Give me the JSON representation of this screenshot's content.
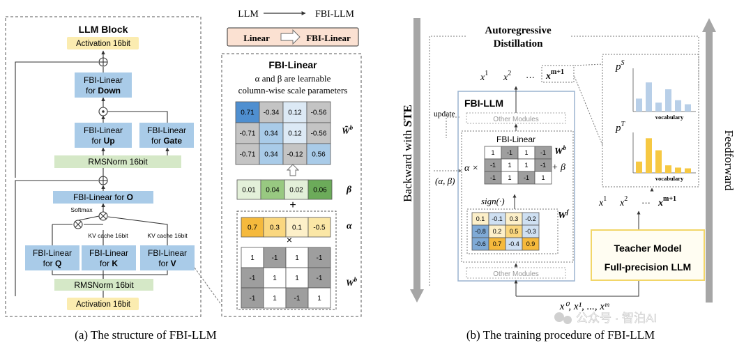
{
  "panel_a": {
    "title": "LLM Block",
    "activation_top": "Activation 16bit",
    "fbi_down": [
      "FBI-Linear",
      "for ",
      "Down"
    ],
    "fbi_up": [
      "FBI-Linear",
      "for ",
      "Up"
    ],
    "fbi_gate": [
      "FBI-Linear",
      "for ",
      "Gate"
    ],
    "rmsnorm_top": "RMSNorm 16bit",
    "fbi_o": [
      "FBI-Linear for ",
      "O"
    ],
    "softmax": "Softmax",
    "kv_cache_k": "KV cache 16bit",
    "kv_cache_v": "KV cache 16bit",
    "fbi_q": [
      "FBI-Linear",
      "for ",
      "Q"
    ],
    "fbi_k": [
      "FBI-Linear",
      "for ",
      "K"
    ],
    "fbi_v": [
      "FBI-Linear",
      "for ",
      "V"
    ],
    "rmsnorm_bottom": "RMSNorm 16bit",
    "activation_bottom": "Activation 16bit",
    "mapping": {
      "from": "LLM",
      "to": "FBI-LLM"
    },
    "linear_banner": {
      "left": "Linear",
      "right": "FBI-Linear"
    },
    "detail": {
      "title": "FBI-Linear",
      "desc1": "α and β are learnable",
      "desc2": "column-wise scale parameters",
      "w_tilde_label": "W̃",
      "w_tilde_sup": "b",
      "w_tilde": [
        [
          "0.71",
          "-0.34",
          "0.12",
          "-0.56"
        ],
        [
          "-0.71",
          "0.34",
          "0.12",
          "-0.56"
        ],
        [
          "-0.71",
          "0.34",
          "-0.12",
          "0.56"
        ]
      ],
      "beta_label": "β",
      "beta": [
        "0.01",
        "0.04",
        "0.02",
        "0.06"
      ],
      "plus": "+",
      "alpha_label": "α",
      "alpha": [
        "0.7",
        "0.3",
        "0.1",
        "-0.5"
      ],
      "times": "×",
      "wb_label": "W",
      "wb_sup": "b",
      "wb": [
        [
          "1",
          "-1",
          "1",
          "-1"
        ],
        [
          "-1",
          "1",
          "1",
          "-1"
        ],
        [
          "-1",
          "1",
          "-1",
          "1"
        ]
      ]
    },
    "caption": "(a) The structure of FBI-LLM"
  },
  "panel_b": {
    "backward": "Backward with ",
    "backward_bold": "STE",
    "feedforward": "Feedforward",
    "distill1": "Autoregressive",
    "distill2": "Distillation",
    "student_seq": [
      "x",
      "1",
      "x",
      "2",
      "···",
      "x",
      "m+1"
    ],
    "student_dist_label": "p",
    "student_dist_sup": "S",
    "teacher_dist_label": "p",
    "teacher_dist_sup": "T",
    "vocab1": "vocabulary",
    "vocab2": "vocabulary",
    "student_dist": [
      0.32,
      0.72,
      0.22,
      0.55,
      0.28,
      0.18
    ],
    "teacher_dist": [
      0.3,
      0.92,
      0.6,
      0.2,
      0.14,
      0.12
    ],
    "fbi_llm": "FBI-LLM",
    "update": "update",
    "other_modules_top": "Other Modules",
    "fbi_linear": "FBI-Linear",
    "alpha_times": "α ×",
    "alpha_beta": "(α, β)",
    "plus_beta": "+ β",
    "wb_label": "W",
    "wb_sup": "b",
    "wb": [
      [
        "1",
        "-1",
        "1",
        "-1"
      ],
      [
        "-1",
        "1",
        "1",
        "-1"
      ],
      [
        "-1",
        "1",
        "-1",
        "1"
      ]
    ],
    "sign": "sign(·)",
    "wf_label": "W",
    "wf_sup": "f",
    "wf": [
      [
        "0.1",
        "-0.1",
        "0.3",
        "-0.2"
      ],
      [
        "-0.8",
        "0.2",
        "0.5",
        "-0.3"
      ],
      [
        "-0.6",
        "0.7",
        "-0.4",
        "0.9"
      ]
    ],
    "other_modules_bottom": "Other Modules",
    "teacher_seq": [
      "x",
      "1",
      "x",
      "2",
      "···",
      "x",
      "m+1"
    ],
    "teacher1": "Teacher Model",
    "teacher2": "Full-precision LLM",
    "input_seq": "x⁰, x¹, ..., xᵐ",
    "caption": "(b) The training procedure of FBI-LLM"
  },
  "watermark": "公众号 · 智泊AI",
  "colors": {
    "fbi_blue": "#a9cbe8",
    "norm_green": "#d5e8c7",
    "activation_yellow": "#fbecb0",
    "banner_orange": "#fbe1d2",
    "student_bar": "#b8cfe8",
    "teacher_bar": "#f6c842",
    "arrow_gray": "#a6a6a6"
  }
}
